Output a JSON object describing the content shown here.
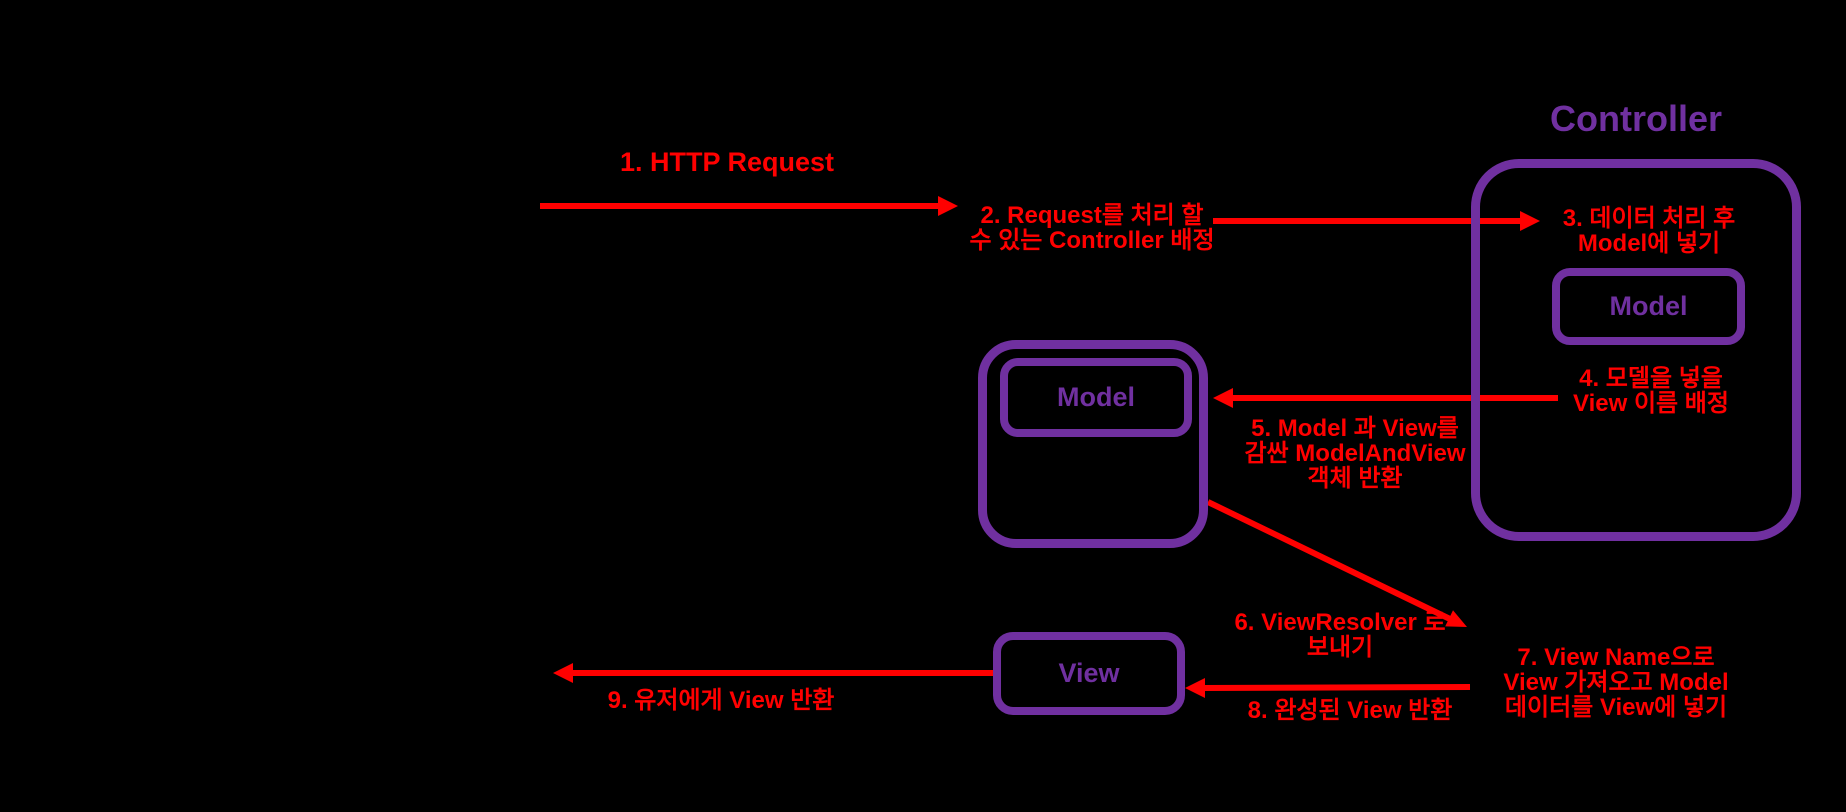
{
  "diagram": {
    "colors": {
      "background": "#000000",
      "arrow_red": "#ff0000",
      "box_purple": "#7030a0"
    },
    "controller": {
      "title": "Controller",
      "model_label": "Model"
    },
    "model_and_view": {
      "model_label": "Model"
    },
    "view": {
      "label": "View"
    },
    "steps": [
      {
        "lines": [
          "1. HTTP Request"
        ]
      },
      {
        "lines": [
          "2. Request를 처리 할",
          "수 있는 Controller 배정"
        ]
      },
      {
        "lines": [
          "3. 데이터 처리 후",
          "Model에 넣기"
        ]
      },
      {
        "lines": [
          "4. 모델을 넣을",
          "View 이름 배정"
        ]
      },
      {
        "lines": [
          "5. Model 과 View를",
          "감싼 ModelAndView",
          "객체 반환"
        ]
      },
      {
        "lines": [
          "6. ViewResolver 로",
          "보내기"
        ]
      },
      {
        "lines": [
          "7. View Name으로",
          "View 가져오고 Model",
          "데이터를 View에 넣기"
        ]
      },
      {
        "lines": [
          "8. 완성된 View 반환"
        ]
      },
      {
        "lines": [
          "9. 유저에게 View 반환"
        ]
      }
    ]
  }
}
